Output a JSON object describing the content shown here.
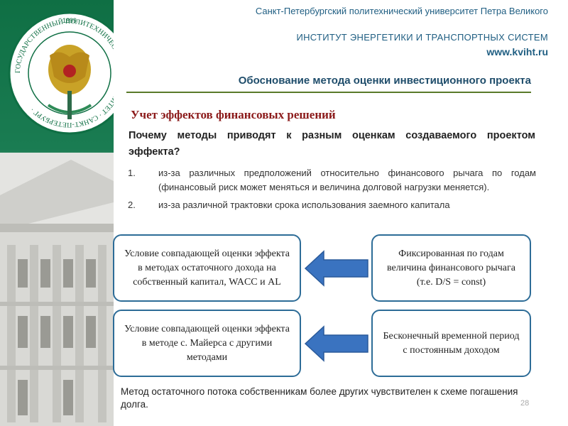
{
  "header": {
    "university": "Санкт-Петербургский политехнический университет Петра Великого",
    "institute": "ИНСТИТУТ ЭНЕРГЕТИКИ И ТРАНСПОРТНЫХ СИСТЕМ",
    "website": "www.kviht.ru"
  },
  "seal": {
    "year": "1899",
    "ring_text": "ГОСУДАРСТВЕННЫЙ ПОЛИТЕХНИЧЕСКИЙ УНИВЕРСИТЕТ · САНКТ-ПЕТЕРБУРГ ·"
  },
  "slide": {
    "title": "Обоснование метода оценки инвестиционного проекта",
    "subtitle": "Учет эффектов финансовых решений",
    "question": "Почему методы приводят к разным оценкам создаваемого проектом эффекта?",
    "list": [
      {
        "num": "1.",
        "text": "из-за различных предположений относительно финансового рычага по годам (финансовый риск может меняться и величина долговой нагрузки меняется)."
      },
      {
        "num": "2.",
        "text": "из-за различной трактовки срока использования заемного капитала"
      }
    ],
    "boxes": {
      "left_top": "Условие совпадающей оценки эффекта в методах остаточного дохода на собственный капитал, WACC и AL",
      "right_top": "Фиксированная по годам величина финансового рычага (т.е. D/S = const)",
      "left_bottom": "Условие совпадающей оценки эффекта в методе с. Майерса с другими методами",
      "right_bottom": "Бесконечный временной период с постоянным доходом"
    },
    "footer_note": "Метод остаточного потока собственникам более других чувствителен к схеме погашения долга.",
    "page_number": "28"
  },
  "colors": {
    "sidebar_green": "#0f6f44",
    "header_blue": "#1f5e82",
    "subtitle_red": "#8b1a1a",
    "box_border": "#2d6c97",
    "arrow_blue": "#3a73c0"
  }
}
